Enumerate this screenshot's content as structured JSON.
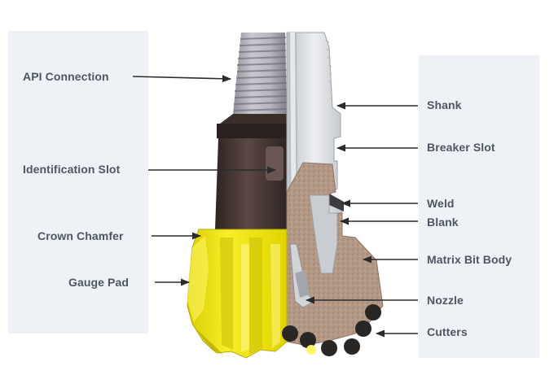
{
  "labels": {
    "api_connection": "API Connection",
    "identification_slot": "Identification Slot",
    "crown_chamfer": "Crown Chamfer",
    "gauge_pad": "Gauge Pad",
    "shank": "Shank",
    "breaker_slot": "Breaker Slot",
    "weld": "Weld",
    "blank": "Blank",
    "matrix_bit_body": "Matrix Bit Body",
    "nozzle": "Nozzle",
    "cutters": "Cutters"
  },
  "colors": {
    "panel": "#eef1f6",
    "label_text": "#4d5763",
    "gauge_yellow": "#f4ea1a",
    "gauge_yellow_dark": "#c9bd00",
    "matrix_body": "#b49a86",
    "steel_light": "#d8dade",
    "steel_mid": "#a9adb4",
    "body_dark": "#4a3a36",
    "cutter": "#2a2624"
  }
}
